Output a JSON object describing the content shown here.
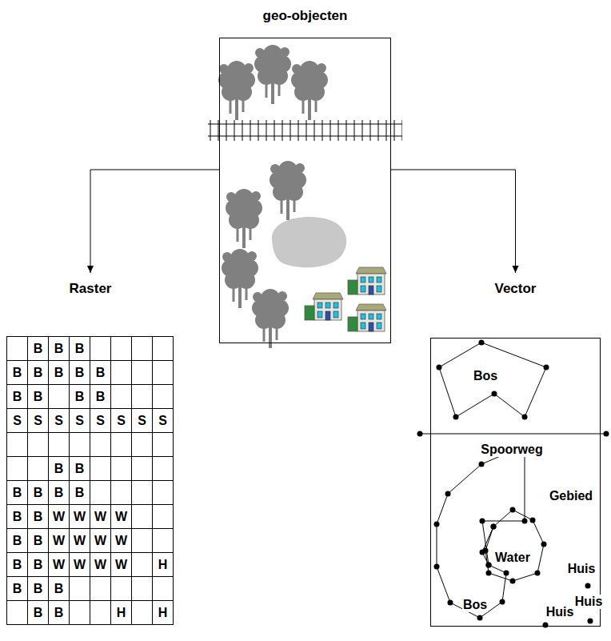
{
  "diagram": {
    "nodes": [
      {
        "text": [
          "geo-objecten"
        ]
      },
      {
        "text": [
          "Raster"
        ]
      },
      {
        "text": [
          "Vector"
        ]
      }
    ],
    "edges": [
      {
        "from": 0,
        "to": 1,
        "arrow": "to"
      },
      {
        "from": 0,
        "to": 2,
        "arrow": "to"
      }
    ],
    "labels": [
      "B",
      "B",
      "B",
      "B",
      "B",
      "B",
      "B",
      "B",
      "B",
      "B",
      "B",
      "B",
      "S",
      "S",
      "S",
      "S",
      "S",
      "S",
      "S",
      "S",
      "B",
      "B",
      "B",
      "B",
      "B",
      "B",
      "B",
      "B",
      "W",
      "W",
      "W",
      "W",
      "B",
      "B",
      "W",
      "W",
      "W",
      "W",
      "B",
      "B",
      "W",
      "W",
      "W",
      "W",
      "H",
      "B",
      "B",
      "B",
      "B",
      "B",
      "H",
      "H",
      "Bos",
      "Spoorweg",
      "Gebied",
      "Water",
      "Huis",
      "Bos",
      "Huis",
      "Huis"
    ]
  }
}
